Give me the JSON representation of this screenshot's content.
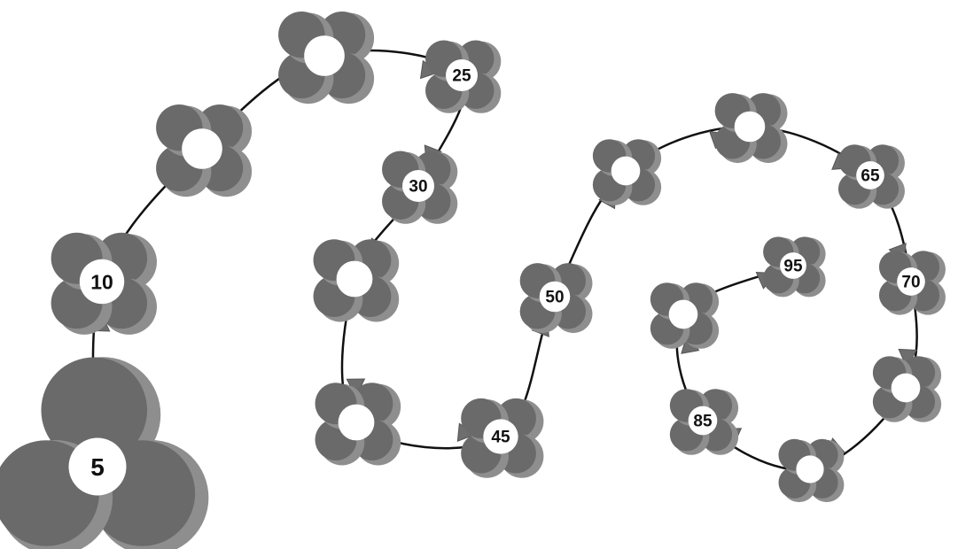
{
  "colors": {
    "background": "#ffffff",
    "petal_back": "#8e8e8e",
    "petal_front": "#6a6a6a",
    "center": "#ffffff",
    "path": "#111111",
    "arrow": "#6e6e6e"
  },
  "flowers": [
    {
      "label": "5"
    },
    {
      "label": "10"
    },
    {
      "label": ""
    },
    {
      "label": ""
    },
    {
      "label": "25"
    },
    {
      "label": "30"
    },
    {
      "label": ""
    },
    {
      "label": ""
    },
    {
      "label": "45"
    },
    {
      "label": "50"
    },
    {
      "label": ""
    },
    {
      "label": ""
    },
    {
      "label": "65"
    },
    {
      "label": "70"
    },
    {
      "label": ""
    },
    {
      "label": ""
    },
    {
      "label": "85"
    },
    {
      "label": ""
    },
    {
      "label": "95"
    }
  ]
}
